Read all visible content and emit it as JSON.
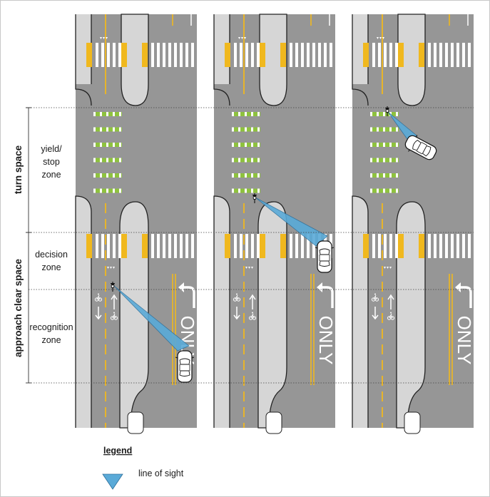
{
  "labels": {
    "side_top": "turn space",
    "side_bottom": "approach clear space",
    "zone_yield": [
      "yield/",
      "stop",
      "zone"
    ],
    "zone_decision": [
      "decision",
      "zone"
    ],
    "zone_recognition": [
      "recognition",
      "zone"
    ],
    "only_marking": "ONLY"
  },
  "legend": {
    "title": "legend",
    "item_label": "line of sight",
    "item_symbol": "blue-triangle"
  },
  "colors": {
    "road": "#969696",
    "bike_lane": "#d6d6d6",
    "curb": "#222222",
    "yellow_line": "#f0b81e",
    "green_conflict": "#8ec23e",
    "crosswalk": "#ffffff",
    "sight_fill": "#5aaad8",
    "sight_stroke": "#2d6f9a"
  },
  "panels": [
    "scenario-1",
    "scenario-2",
    "scenario-3"
  ]
}
